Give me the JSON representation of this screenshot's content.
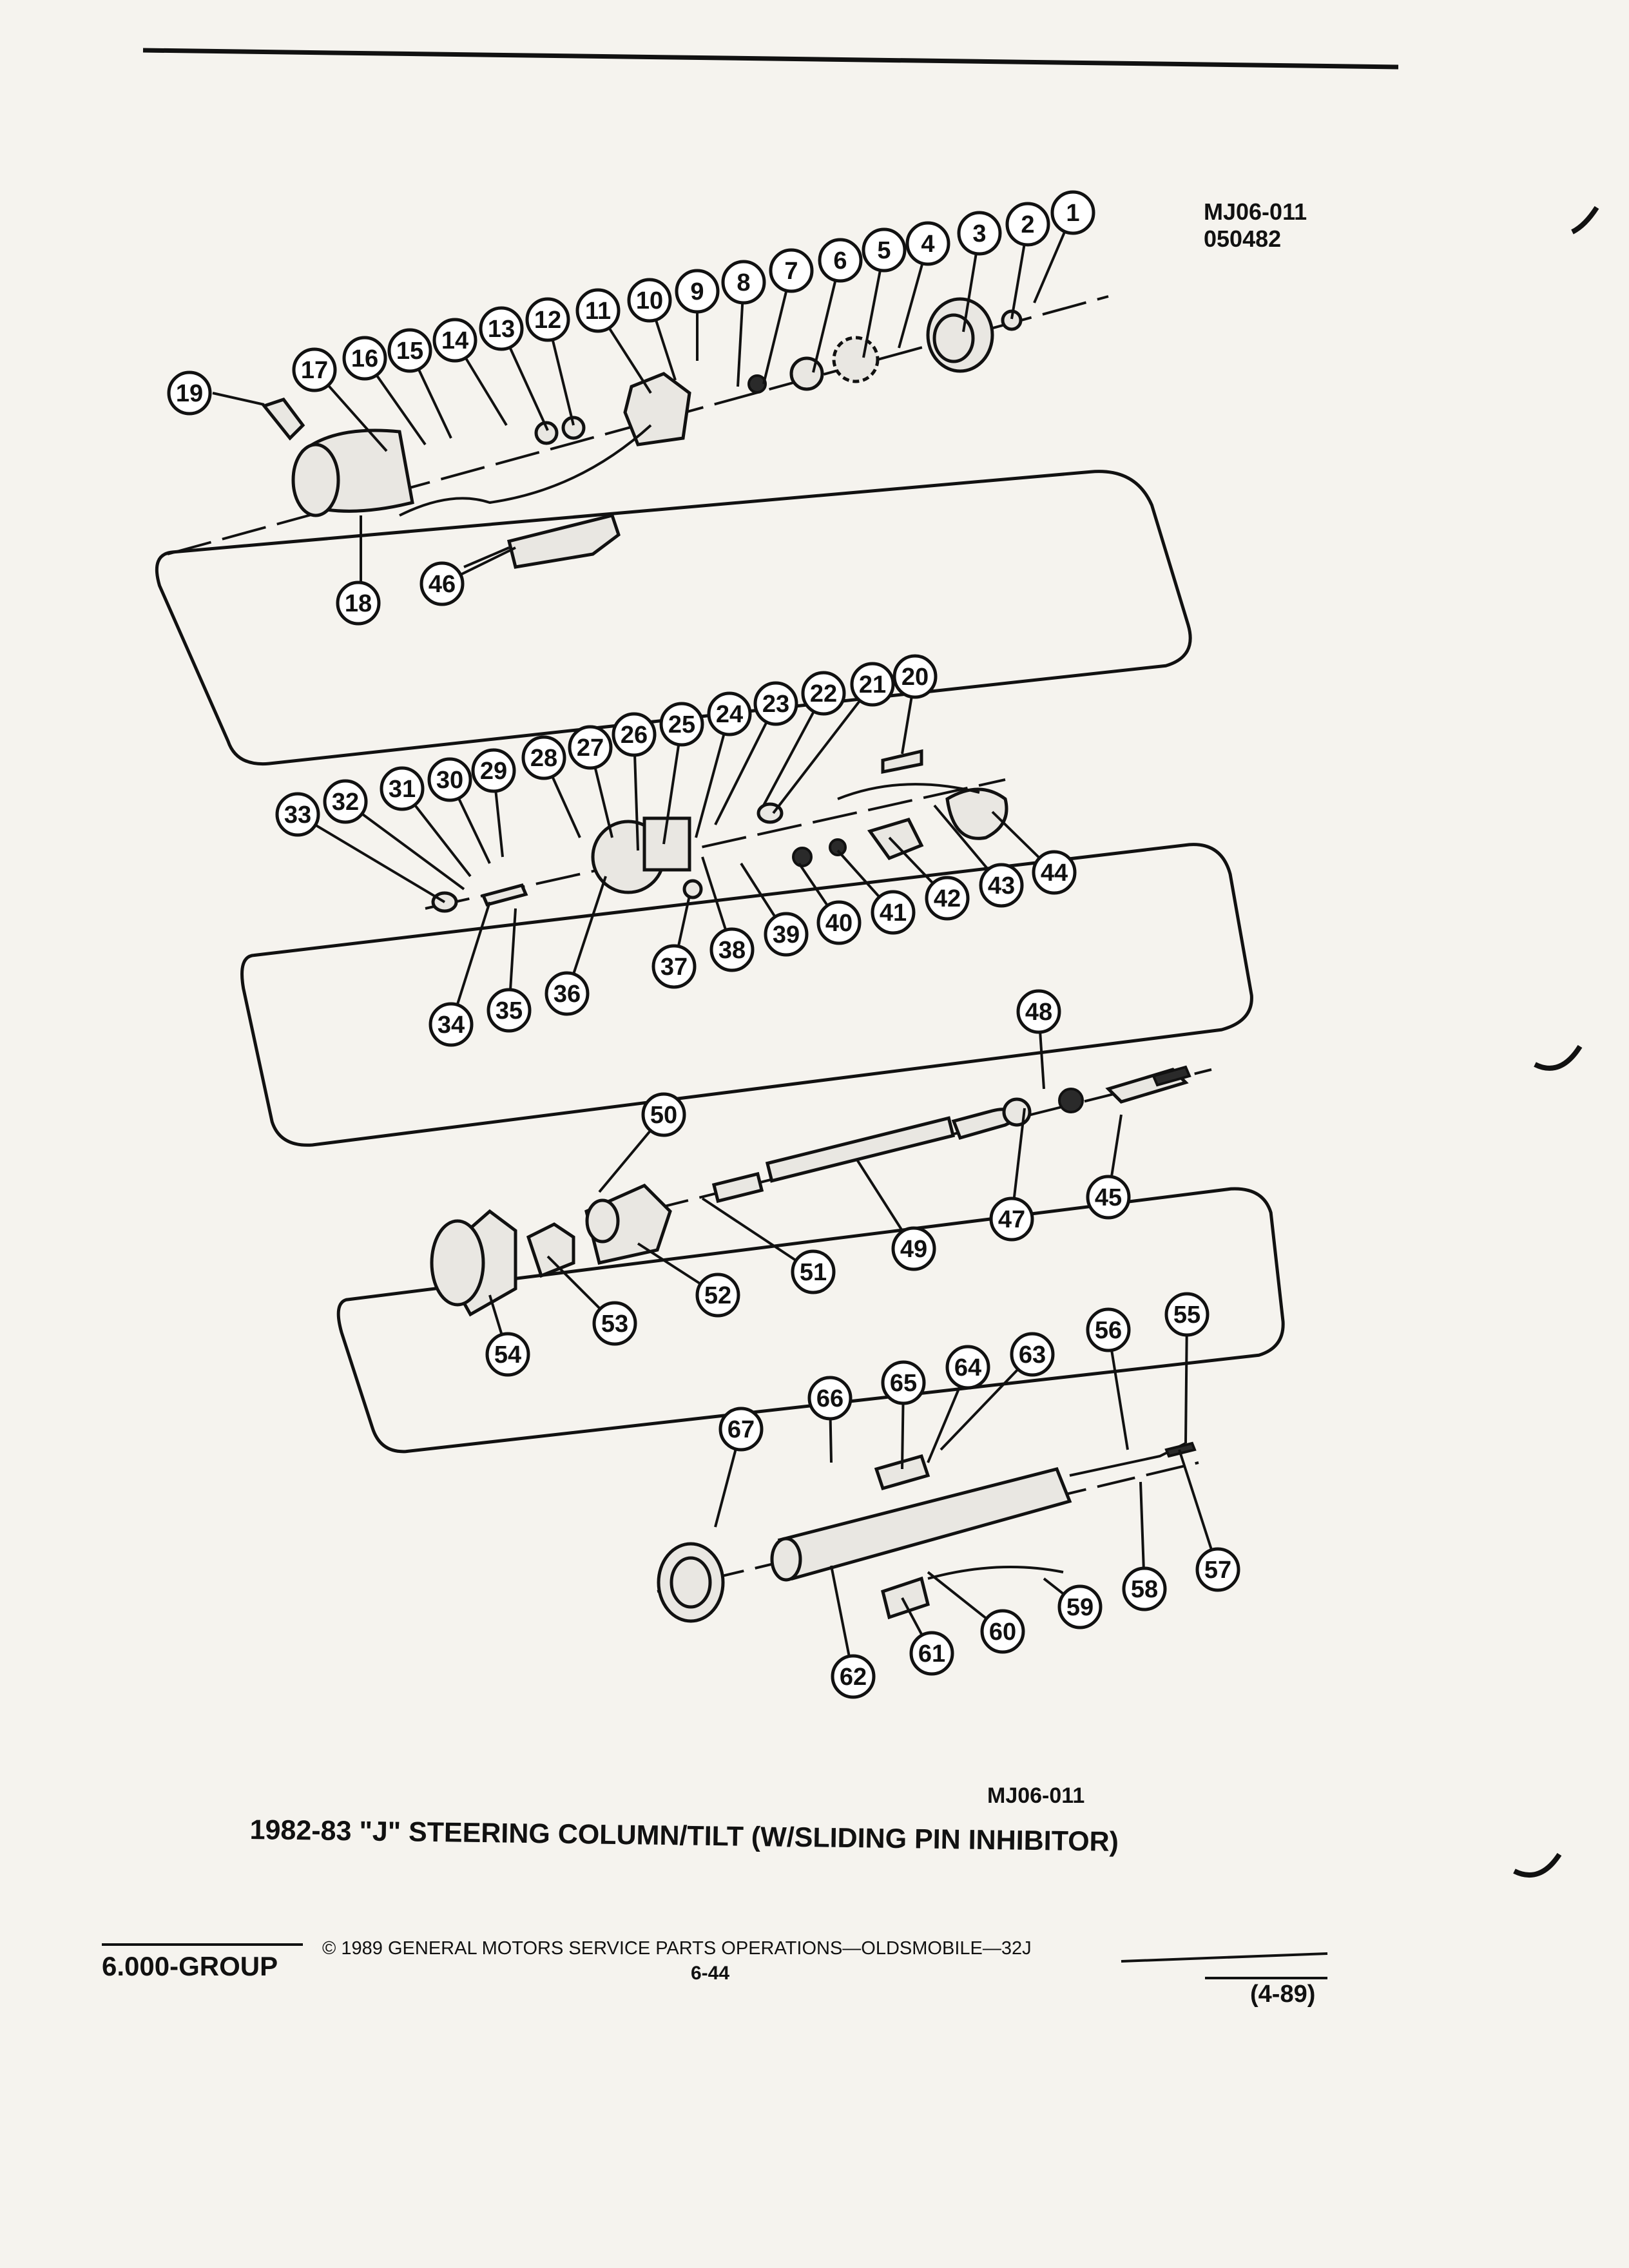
{
  "header": {
    "ref_code": "MJ06-011",
    "ref_date": "050482"
  },
  "figure": {
    "code": "MJ06-011",
    "title": "1982-83 \"J\" STEERING COLUMN/TILT (W/SLIDING PIN INHIBITOR)"
  },
  "callouts": [
    "1",
    "2",
    "3",
    "4",
    "5",
    "6",
    "7",
    "8",
    "9",
    "10",
    "11",
    "12",
    "13",
    "14",
    "15",
    "16",
    "17",
    "18",
    "19",
    "20",
    "21",
    "22",
    "23",
    "24",
    "25",
    "26",
    "27",
    "28",
    "29",
    "30",
    "31",
    "32",
    "33",
    "34",
    "35",
    "36",
    "37",
    "38",
    "39",
    "40",
    "41",
    "42",
    "43",
    "44",
    "45",
    "46",
    "47",
    "48",
    "49",
    "50",
    "51",
    "52",
    "53",
    "54",
    "55",
    "56",
    "57",
    "58",
    "59",
    "60",
    "61",
    "62",
    "63",
    "64",
    "65",
    "66",
    "67"
  ],
  "footer": {
    "group": "6.000-GROUP",
    "copyright": "© 1989 GENERAL MOTORS SERVICE PARTS OPERATIONS—OLDSMOBILE—32J",
    "page": "6-44",
    "edition": "(4-89)"
  }
}
